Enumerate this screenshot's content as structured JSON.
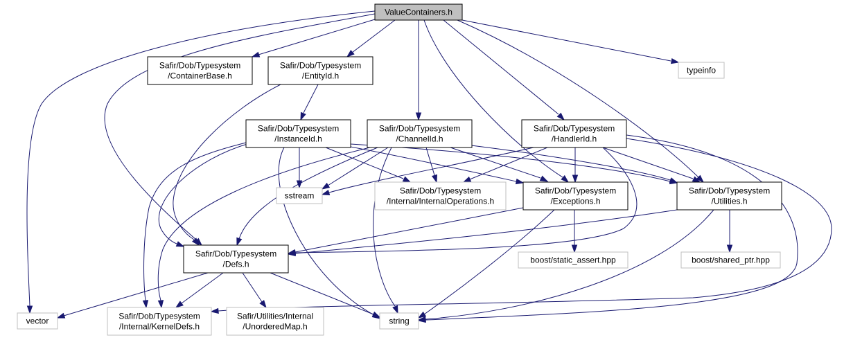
{
  "colors": {
    "edge": "#191970",
    "root_fill": "#bfbfbf",
    "internal_stroke": "#000000",
    "external_stroke": "#bfbfbf",
    "node_fill": "#ffffff"
  },
  "nodes": {
    "value_containers": {
      "lines": [
        "ValueContainers.h"
      ],
      "kind": "root"
    },
    "container_base": {
      "lines": [
        "Safir/Dob/Typesystem",
        "/ContainerBase.h"
      ],
      "kind": "internal"
    },
    "entity_id": {
      "lines": [
        "Safir/Dob/Typesystem",
        "/EntityId.h"
      ],
      "kind": "internal"
    },
    "typeinfo": {
      "lines": [
        "typeinfo"
      ],
      "kind": "external"
    },
    "instance_id": {
      "lines": [
        "Safir/Dob/Typesystem",
        "/InstanceId.h"
      ],
      "kind": "internal"
    },
    "channel_id": {
      "lines": [
        "Safir/Dob/Typesystem",
        "/ChannelId.h"
      ],
      "kind": "internal"
    },
    "handler_id": {
      "lines": [
        "Safir/Dob/Typesystem",
        "/HandlerId.h"
      ],
      "kind": "internal"
    },
    "sstream": {
      "lines": [
        "sstream"
      ],
      "kind": "external"
    },
    "internal_operations": {
      "lines": [
        "Safir/Dob/Typesystem",
        "/Internal/InternalOperations.h"
      ],
      "kind": "external"
    },
    "exceptions": {
      "lines": [
        "Safir/Dob/Typesystem",
        "/Exceptions.h"
      ],
      "kind": "internal"
    },
    "utilities": {
      "lines": [
        "Safir/Dob/Typesystem",
        "/Utilities.h"
      ],
      "kind": "internal"
    },
    "defs": {
      "lines": [
        "Safir/Dob/Typesystem",
        "/Defs.h"
      ],
      "kind": "internal"
    },
    "static_assert": {
      "lines": [
        "boost/static_assert.hpp"
      ],
      "kind": "external"
    },
    "shared_ptr": {
      "lines": [
        "boost/shared_ptr.hpp"
      ],
      "kind": "external"
    },
    "vector": {
      "lines": [
        "vector"
      ],
      "kind": "external"
    },
    "kernel_defs": {
      "lines": [
        "Safir/Dob/Typesystem",
        "/Internal/KernelDefs.h"
      ],
      "kind": "external"
    },
    "unordered_map": {
      "lines": [
        "Safir/Utilities/Internal",
        "/UnorderedMap.h"
      ],
      "kind": "external"
    },
    "string": {
      "lines": [
        "string"
      ],
      "kind": "external"
    }
  },
  "edges": [
    [
      "value_containers",
      "container_base"
    ],
    [
      "value_containers",
      "entity_id"
    ],
    [
      "value_containers",
      "typeinfo"
    ],
    [
      "value_containers",
      "channel_id"
    ],
    [
      "value_containers",
      "handler_id"
    ],
    [
      "value_containers",
      "exceptions"
    ],
    [
      "value_containers",
      "utilities"
    ],
    [
      "value_containers",
      "defs"
    ],
    [
      "value_containers",
      "vector"
    ],
    [
      "entity_id",
      "instance_id"
    ],
    [
      "entity_id",
      "defs"
    ],
    [
      "instance_id",
      "sstream"
    ],
    [
      "instance_id",
      "internal_operations"
    ],
    [
      "instance_id",
      "exceptions"
    ],
    [
      "instance_id",
      "utilities"
    ],
    [
      "instance_id",
      "defs"
    ],
    [
      "instance_id",
      "kernel_defs"
    ],
    [
      "instance_id",
      "string"
    ],
    [
      "channel_id",
      "sstream"
    ],
    [
      "channel_id",
      "internal_operations"
    ],
    [
      "channel_id",
      "exceptions"
    ],
    [
      "channel_id",
      "utilities"
    ],
    [
      "channel_id",
      "defs"
    ],
    [
      "channel_id",
      "kernel_defs"
    ],
    [
      "channel_id",
      "string"
    ],
    [
      "handler_id",
      "sstream"
    ],
    [
      "handler_id",
      "internal_operations"
    ],
    [
      "handler_id",
      "exceptions"
    ],
    [
      "handler_id",
      "utilities"
    ],
    [
      "handler_id",
      "defs"
    ],
    [
      "handler_id",
      "kernel_defs"
    ],
    [
      "handler_id",
      "string"
    ],
    [
      "exceptions",
      "defs"
    ],
    [
      "exceptions",
      "static_assert"
    ],
    [
      "exceptions",
      "string"
    ],
    [
      "utilities",
      "defs"
    ],
    [
      "utilities",
      "shared_ptr"
    ],
    [
      "utilities",
      "string"
    ],
    [
      "defs",
      "vector"
    ],
    [
      "defs",
      "kernel_defs"
    ],
    [
      "defs",
      "unordered_map"
    ],
    [
      "defs",
      "string"
    ]
  ]
}
